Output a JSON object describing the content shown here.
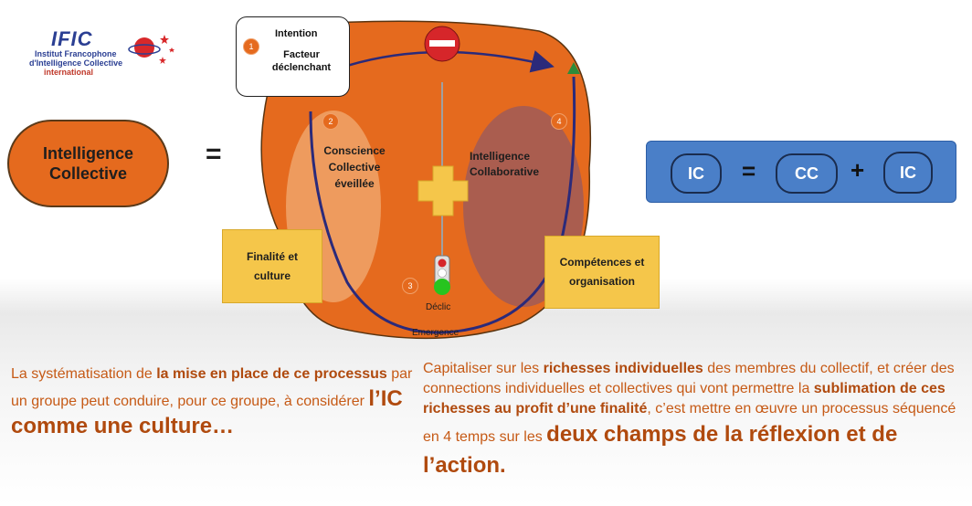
{
  "logo": {
    "acronym": "IFIC",
    "line1": "Institut Francophone",
    "line2": "d'Intelligence Collective",
    "line3": "international"
  },
  "left_pill": {
    "label": "Intelligence Collective"
  },
  "equals_sign": "=",
  "diagram": {
    "intention_box": {
      "title": "Intention",
      "subtitle": "Facteur déclenchant",
      "step": "1"
    },
    "step2": "2",
    "step3": "3",
    "step4": "4",
    "conscience_label": "Conscience Collective éveillée",
    "intelligence_collab_label": "Intelligence Collaborative",
    "finalite_box": "Finalité et culture",
    "competences_box": "Compétences et organisation",
    "declic_label": "Déclic",
    "emergence_label": "Emergence"
  },
  "equation": {
    "term1": "IC",
    "eq": "=",
    "term2": "CC",
    "plus": "+",
    "term3": "IC"
  },
  "bottom_left": {
    "p1": "La systématisation de ",
    "b1": "la mise en place de ce processus",
    "p2": " par un groupe peut conduire, pour ce groupe, à considérer ",
    "big": "l’IC comme une culture…"
  },
  "bottom_right": {
    "p1": "Capitaliser sur les ",
    "b1": "richesses individuelles",
    "p2": " des membres du collectif, et créer des connections individuelles et collectives qui vont permettre la ",
    "b2": "sublimation de ces richesses au profit d’une finalité",
    "p3": ", c’est mettre en œuvre un processus séquencé en 4 temps sur les ",
    "big": "deux champs de la réflexion et de l’action",
    "end": "."
  },
  "colors": {
    "orange": "#e56a1e",
    "blue": "#4a7fc8",
    "yellow": "#f5c64a",
    "navy": "#2b2a7a"
  }
}
